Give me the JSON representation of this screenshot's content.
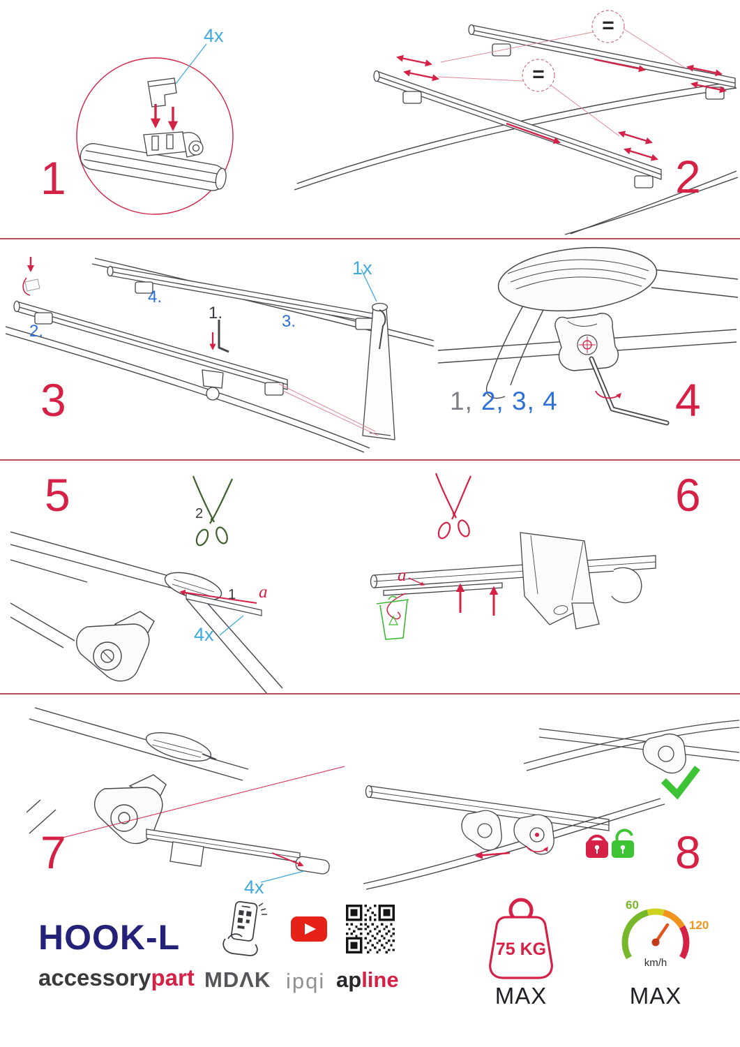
{
  "colors": {
    "accent_red": "#d42145",
    "label_cyan": "#3fa9dc",
    "sequence_blue": "#2e6fd8",
    "brand_navy": "#232178",
    "ok_green": "#3dc435",
    "scissors_dark_green": "#3c5f2b",
    "speed_green": "#76b82a",
    "speed_orange": "#f0941e"
  },
  "steps": {
    "s1": {
      "num": "1",
      "qty": "4x"
    },
    "s2": {
      "num": "2",
      "eq1": "=",
      "eq2": "="
    },
    "s3": {
      "num": "3",
      "l1": "1.",
      "l2": "2.",
      "l3": "3.",
      "l4": "4.",
      "qty": "1x"
    },
    "s4": {
      "num": "4",
      "done": "1,",
      "todo": "2, 3, 4"
    },
    "s5": {
      "num": "5",
      "cut": "2",
      "strip": "1",
      "a": "a",
      "qty": "4x"
    },
    "s6": {
      "num": "6",
      "a": "a"
    },
    "s7": {
      "num": "7",
      "qty": "4x"
    },
    "s8": {
      "num": "8"
    }
  },
  "footer": {
    "product": "HOOK-L",
    "brand": {
      "dark": "accessory",
      "red": "part"
    },
    "logos": {
      "mdak_md": "MD",
      "mdak_a": "Λ",
      "mdak_k": "K",
      "ipqi": "ipqi",
      "apline_dark": "ap",
      "apline_red": "line"
    },
    "weight": {
      "value": "75 KG",
      "max": "MAX"
    },
    "speed": {
      "low": "60",
      "high": "120",
      "unit": "km/h",
      "max": "MAX"
    }
  }
}
